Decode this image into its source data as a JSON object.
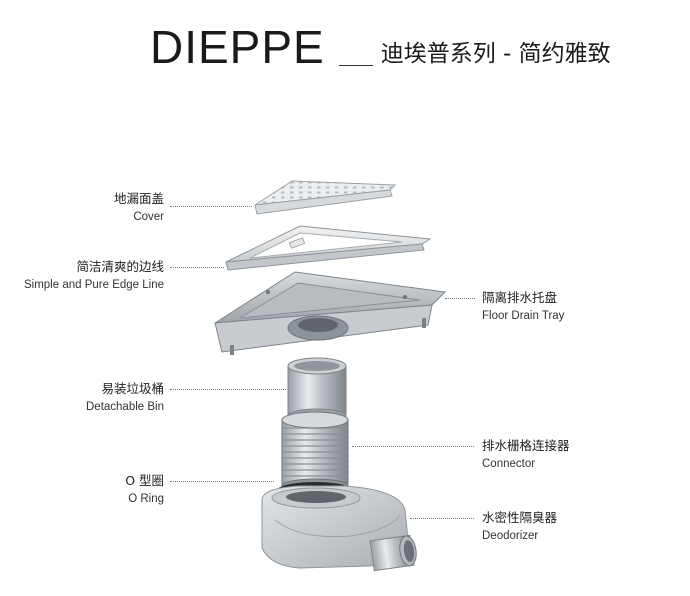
{
  "header": {
    "brand": "DIEPPE",
    "subtitle": "迪埃普系列 - 简约雅致"
  },
  "parts": [
    {
      "zh": "地漏面盖",
      "en": "Cover",
      "side": "left"
    },
    {
      "zh": "简洁清爽的边线",
      "en": "Simple and Pure Edge Line",
      "side": "left"
    },
    {
      "zh": "隔离排水托盘",
      "en": "Floor Drain Tray",
      "side": "right"
    },
    {
      "zh": "易装垃圾桶",
      "en": "Detachable Bin",
      "side": "left"
    },
    {
      "zh": "排水栅格连接器",
      "en": "Connector",
      "side": "right"
    },
    {
      "zh": "O 型圈",
      "en": "O Ring",
      "side": "left"
    },
    {
      "zh": "水密性隔臭器",
      "en": "Deodorizer",
      "side": "right"
    }
  ]
}
